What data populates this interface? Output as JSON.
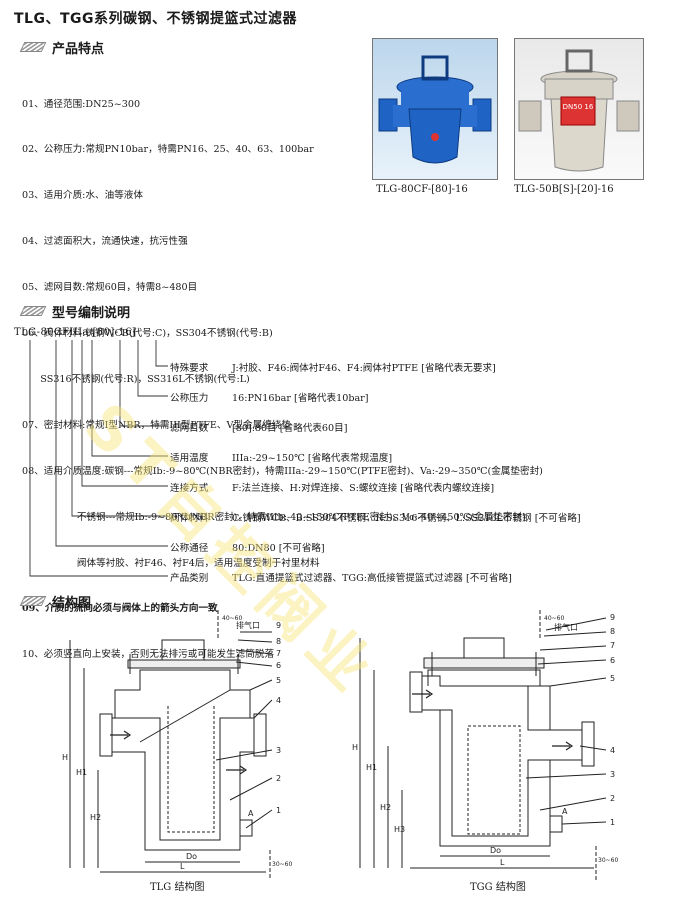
{
  "title": "TLG、TGG系列碳钢、不锈钢提篮式过滤器",
  "sections": {
    "features": "产品特点",
    "model": "型号编制说明",
    "structure": "结构图"
  },
  "features": [
    "01、通径范围:DN25~300",
    "02、公称压力:常规PN10bar，特需PN16、25、40、63、100bar",
    "03、适用介质:水、油等液体",
    "04、过滤面积大，流通快速，抗污性强",
    "05、滤网目数:常规60目，特需8~480目",
    "06、阀体材料:铸钢WCB(代号:C)，SS304不锈钢(代号:B)",
    "      SS316不锈钢(代号:R)，SS316L不锈钢(代号:L)",
    "07、密封材料:常规I型NBR，特需III型PTFE、V型金属缠绕垫",
    "08、适用介质温度:碳钢---常规Ib:-9~80℃(NBR密封)，特需IIIa:-29~150℃(PTFE密封)、Va:-29~350℃(金属垫密封)",
    "                  不锈钢---常规Ib:-9~80℃(NBR密封)，特需IIIb:-40~150℃(PTFE密封)、Vc:-40~450℃(金属垫密封)",
    "                  阀体等衬胶、衬F46、衬F4后，适用温度受制于衬里材料",
    "09、介质的流向必须与阀体上的箭头方向一致",
    "10、必须竖直向上安装，否则无法排污或可能发生滤筒脱落"
  ],
  "photos": [
    {
      "caption": "TLG-80CF-[80]-16",
      "body_color": "#1f63c4"
    },
    {
      "caption": "TLG-50B[S]-[20]-16",
      "body_color": "#cfc9bd",
      "plate": "DN50 16"
    }
  ],
  "model_code": "TLG-80CFIIIa-[80]-16J",
  "decode": [
    {
      "key": "特殊要求",
      "value": "J:衬胶、F46:阀体衬F46、F4:阀体衬PTFE [省略代表无要求]"
    },
    {
      "key": "公称压力",
      "value": "16:PN16bar [省略代表10bar]"
    },
    {
      "key": "滤网目数",
      "value": "[80]:80目 [省略代表60目]"
    },
    {
      "key": "适用温度",
      "value": "IIIa:-29~150℃ [省略代表常规温度]"
    },
    {
      "key": "连接方式",
      "value": "F:法兰连接、H:对焊连接、S:螺纹连接 [省略代表内螺纹连接]"
    },
    {
      "key": "阀体材料",
      "value": "C:铸钢WCB、B:SS304不锈钢、R:SS316不锈钢、L:SS316L不锈钢 [不可省略]"
    },
    {
      "key": "公称通径",
      "value": "80:DN80 [不可省略]"
    },
    {
      "key": "产品类别",
      "value": "TLG:直通提篮式过滤器、TGG:高低接管提篮式过滤器 [不可省略]"
    }
  ],
  "diagrams": [
    {
      "caption": "TLG 结构图",
      "vent": "排气口",
      "dims": [
        "H",
        "H1",
        "H2",
        "Do",
        "L",
        "A",
        "40~60",
        "30~60"
      ],
      "parts": [
        "9",
        "8",
        "7",
        "6",
        "5",
        "4",
        "3",
        "2",
        "1"
      ]
    },
    {
      "caption": "TGG 结构图",
      "vent": "排气口",
      "dims": [
        "H",
        "H1",
        "H2",
        "H3",
        "Do",
        "L",
        "A",
        "40~60",
        "30~60"
      ],
      "parts": [
        "9",
        "8",
        "7",
        "6",
        "5",
        "4",
        "3",
        "2",
        "1"
      ]
    }
  ],
  "watermark": "ST自控阀业"
}
